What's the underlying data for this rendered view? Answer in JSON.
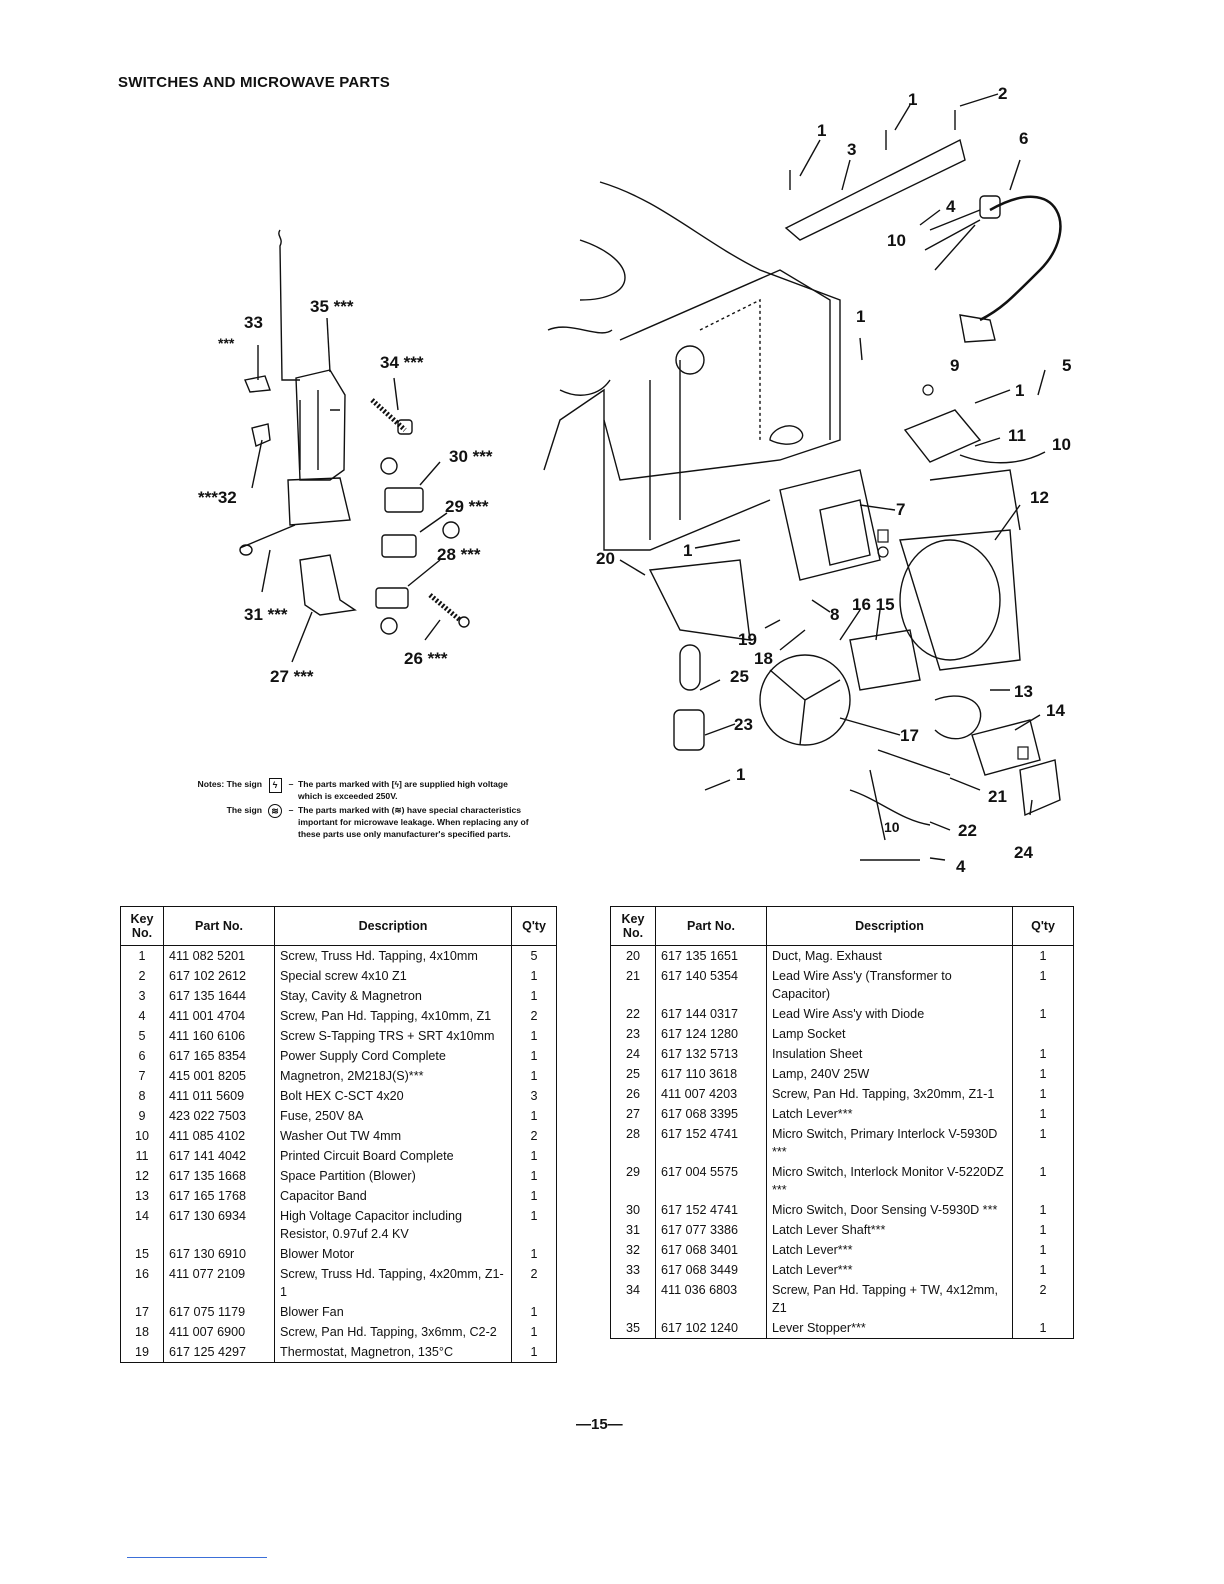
{
  "page_title": "SWITCHES AND MICROWAVE PARTS",
  "callouts": {
    "c1": "1",
    "c2": "2",
    "c3": "3",
    "c4": "4",
    "c5": "5",
    "c6": "6",
    "c7": "7",
    "c8": "8",
    "c9": "9",
    "c10": "10",
    "c11": "11",
    "c12": "12",
    "c13": "13",
    "c14": "14",
    "c15": "15",
    "c16": "16",
    "c17": "17",
    "c18": "18",
    "c19": "19",
    "c20": "20",
    "c21": "21",
    "c22": "22",
    "c23": "23",
    "c24": "24",
    "c25": "25",
    "c26": "26 ***",
    "c27": "27 ***",
    "c28": "28 ***",
    "c29": "29 ***",
    "c30": "30 ***",
    "c31": "31 ***",
    "c32": "***32",
    "c33": "33",
    "c33s": "***",
    "c34": "34 ***",
    "c35": "35 ***",
    "c1615": "16 15",
    "c10b": "10"
  },
  "notes": {
    "label": "Notes:",
    "sign1_label": "The sign",
    "sign1_text": "The parts marked with [ϟ] are supplied high voltage which is exceeded 250V.",
    "sign2_label": "The sign",
    "sign2_text": "The parts marked with (≋) have special characteristics important for microwave leakage. When replacing any of these parts use only manufacturer's specified parts."
  },
  "table_headers": {
    "key": "Key No.",
    "part": "Part No.",
    "desc": "Description",
    "qty": "Q'ty"
  },
  "parts_left": [
    {
      "key": "1",
      "part": "411 082 5201",
      "desc": "Screw, Truss Hd. Tapping, 4x10mm",
      "qty": "5"
    },
    {
      "key": "2",
      "part": "617 102 2612",
      "desc": "Special screw 4x10 Z1",
      "qty": "1"
    },
    {
      "key": "3",
      "part": "617 135 1644",
      "desc": "Stay, Cavity & Magnetron",
      "qty": "1"
    },
    {
      "key": "4",
      "part": "411 001 4704",
      "desc": "Screw, Pan Hd. Tapping, 4x10mm, Z1",
      "qty": "2"
    },
    {
      "key": "5",
      "part": "411 160 6106",
      "desc": "Screw S-Tapping TRS + SRT 4x10mm",
      "qty": "1"
    },
    {
      "key": "6",
      "part": "617 165 8354",
      "desc": "Power Supply Cord Complete",
      "qty": "1"
    },
    {
      "key": "7",
      "part": "415 001 8205",
      "desc": "Magnetron, 2M218J(S)***",
      "qty": "1"
    },
    {
      "key": "8",
      "part": "411 011 5609",
      "desc": "Bolt HEX C-SCT 4x20",
      "qty": "3"
    },
    {
      "key": "9",
      "part": "423 022 7503",
      "desc": "Fuse, 250V 8A",
      "qty": "1"
    },
    {
      "key": "10",
      "part": "411 085 4102",
      "desc": "Washer Out TW 4mm",
      "qty": "2"
    },
    {
      "key": "11",
      "part": "617 141 4042",
      "desc": "Printed Circuit Board Complete",
      "qty": "1"
    },
    {
      "key": "12",
      "part": "617 135 1668",
      "desc": "Space Partition (Blower)",
      "qty": "1"
    },
    {
      "key": "13",
      "part": "617 165 1768",
      "desc": "Capacitor Band",
      "qty": "1"
    },
    {
      "key": "14",
      "part": "617 130 6934",
      "desc": "High Voltage Capacitor including Resistor, 0.97uf 2.4 KV",
      "qty": "1"
    },
    {
      "key": "15",
      "part": "617 130 6910",
      "desc": "Blower Motor",
      "qty": "1"
    },
    {
      "key": "16",
      "part": "411 077 2109",
      "desc": "Screw, Truss Hd. Tapping, 4x20mm, Z1-1",
      "qty": "2"
    },
    {
      "key": "17",
      "part": "617 075 1179",
      "desc": "Blower Fan",
      "qty": "1"
    },
    {
      "key": "18",
      "part": "411 007 6900",
      "desc": "Screw, Pan Hd. Tapping, 3x6mm, C2-2",
      "qty": "1"
    },
    {
      "key": "19",
      "part": "617 125 4297",
      "desc": "Thermostat, Magnetron, 135°C",
      "qty": "1"
    }
  ],
  "parts_right": [
    {
      "key": "20",
      "part": "617 135 1651",
      "desc": "Duct, Mag. Exhaust",
      "qty": "1"
    },
    {
      "key": "21",
      "part": "617 140 5354",
      "desc": "Lead Wire Ass'y (Transformer to Capacitor)",
      "qty": "1"
    },
    {
      "key": "22",
      "part": "617 144 0317",
      "desc": "Lead Wire Ass'y with Diode",
      "qty": "1"
    },
    {
      "key": "23",
      "part": "617 124 1280",
      "desc": "Lamp Socket",
      "qty": ""
    },
    {
      "key": "24",
      "part": "617 132 5713",
      "desc": "Insulation Sheet",
      "qty": "1"
    },
    {
      "key": "25",
      "part": "617 110 3618",
      "desc": "Lamp, 240V 25W",
      "qty": "1"
    },
    {
      "key": "26",
      "part": "411 007 4203",
      "desc": "Screw, Pan Hd. Tapping, 3x20mm, Z1-1",
      "qty": "1"
    },
    {
      "key": "27",
      "part": "617 068 3395",
      "desc": "Latch Lever***",
      "qty": "1"
    },
    {
      "key": "28",
      "part": "617 152 4741",
      "desc": "Micro Switch, Primary Interlock V-5930D ***",
      "qty": "1"
    },
    {
      "key": "29",
      "part": "617 004 5575",
      "desc": "Micro Switch, Interlock Monitor V-5220DZ ***",
      "qty": "1"
    },
    {
      "key": "30",
      "part": "617 152 4741",
      "desc": "Micro Switch, Door Sensing V-5930D ***",
      "qty": "1"
    },
    {
      "key": "31",
      "part": "617 077 3386",
      "desc": "Latch Lever Shaft***",
      "qty": "1"
    },
    {
      "key": "32",
      "part": "617 068 3401",
      "desc": "Latch Lever***",
      "qty": "1"
    },
    {
      "key": "33",
      "part": "617 068 3449",
      "desc": "Latch Lever***",
      "qty": "1"
    },
    {
      "key": "34",
      "part": "411 036 6803",
      "desc": "Screw, Pan Hd. Tapping + TW, 4x12mm, Z1",
      "qty": "2"
    },
    {
      "key": "35",
      "part": "617 102 1240",
      "desc": "Lever Stopper***",
      "qty": "1"
    }
  ],
  "page_number": "—15—"
}
